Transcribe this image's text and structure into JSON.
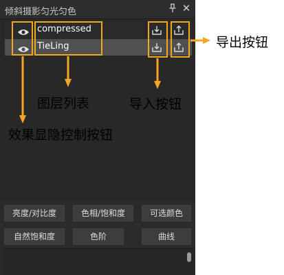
{
  "panel": {
    "title": "倾斜摄影匀光匀色",
    "pin_icon": "pin-icon",
    "close_icon": "close-icon"
  },
  "layers": [
    {
      "name": "compressed",
      "selected": false
    },
    {
      "name": "TieLing",
      "selected": true
    }
  ],
  "buttons": {
    "brightness_contrast": "亮度/对比度",
    "hue_saturation": "色相/饱和度",
    "selective_color": "可选颜色",
    "natural_saturation": "自然饱和度",
    "color_levels": "色阶",
    "curves": "曲线"
  },
  "annotations": {
    "export_label": "导出按钮",
    "layer_list_label": "图层列表",
    "import_label": "导入按钮",
    "effect_toggle_label": "效果显隐控制按钮"
  },
  "colors": {
    "highlight": "#f5a623",
    "panel_bg": "#2b2b2b",
    "selected_row": "#505050"
  }
}
